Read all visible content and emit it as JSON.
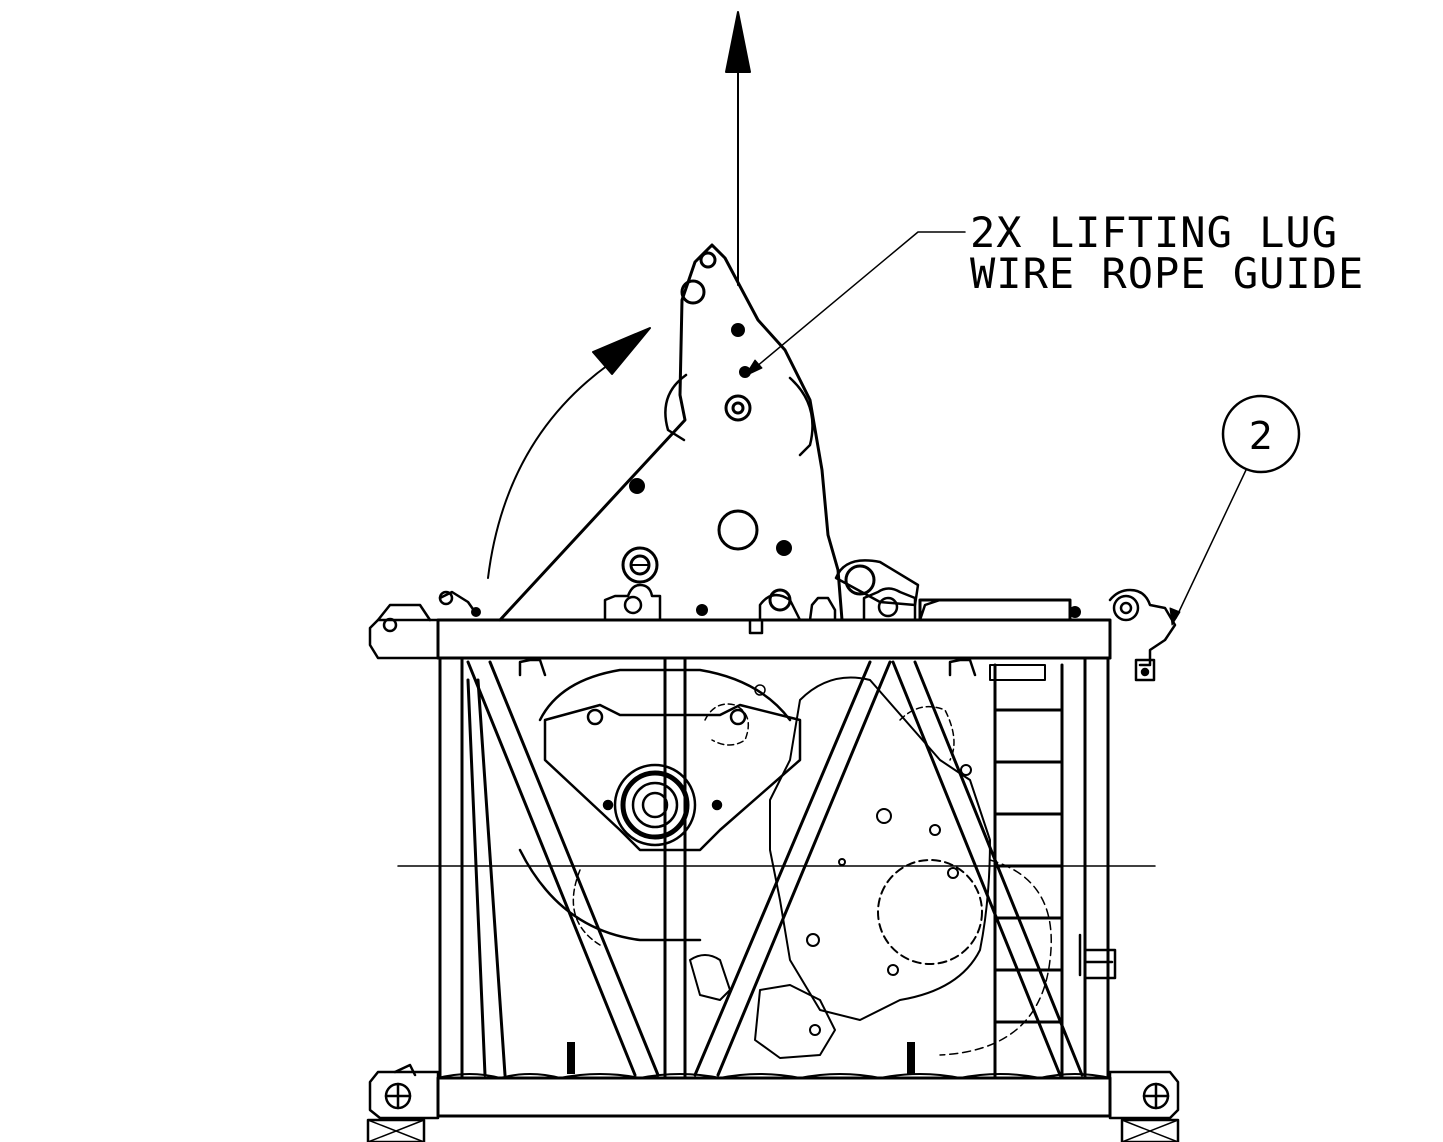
{
  "drawing": {
    "note": {
      "line1": "2X LIFTING LUG",
      "line2": "WIRE ROPE GUIDE"
    },
    "item_balloon": "2",
    "stroke_color": "#000000",
    "background": "#ffffff"
  }
}
